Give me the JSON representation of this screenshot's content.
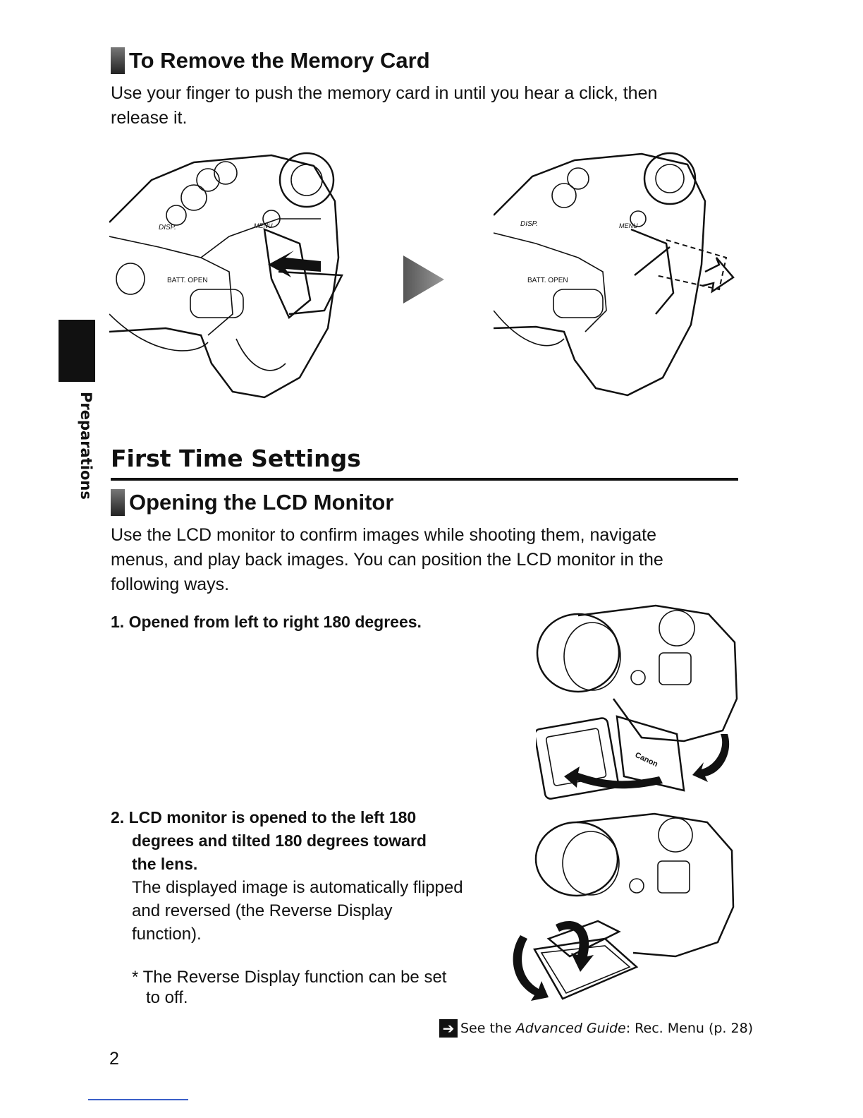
{
  "side_tab": {
    "label": "Preparations"
  },
  "remove_card": {
    "heading": "To Remove the Memory Card",
    "text_line1": "Use your finger to push the memory card in until you hear a click, then",
    "text_line2": "release it."
  },
  "camera_labels": {
    "batt_open": "BATT. OPEN",
    "disp": "DISP.",
    "menu": "MENU"
  },
  "first_time": {
    "title": "First Time Settings",
    "lcd_heading": "Opening the LCD Monitor",
    "lcd_text_line1": "Use the LCD monitor to confirm images while shooting them, navigate",
    "lcd_text_line2": "menus, and play back images. You can position the LCD monitor in the",
    "lcd_text_line3": "following ways.",
    "step1": "1. Opened from left to right 180 degrees.",
    "step2_title_line1": "2. LCD monitor is opened to the left 180",
    "step2_title_line2": "degrees and tilted 180 degrees toward",
    "step2_title_line3": "the lens.",
    "step2_text_line1": "The displayed image is automatically flipped",
    "step2_text_line2": "and reversed (the Reverse Display",
    "step2_text_line3": "function).",
    "note_line1": "* The Reverse Display function can be set",
    "note_line2": "to off.",
    "brand_mark": "Canon"
  },
  "reference": {
    "prefix": "See the ",
    "guide": "Advanced Guide",
    "suffix": ": Rec. Menu (p. 28)"
  },
  "page_number": "2"
}
